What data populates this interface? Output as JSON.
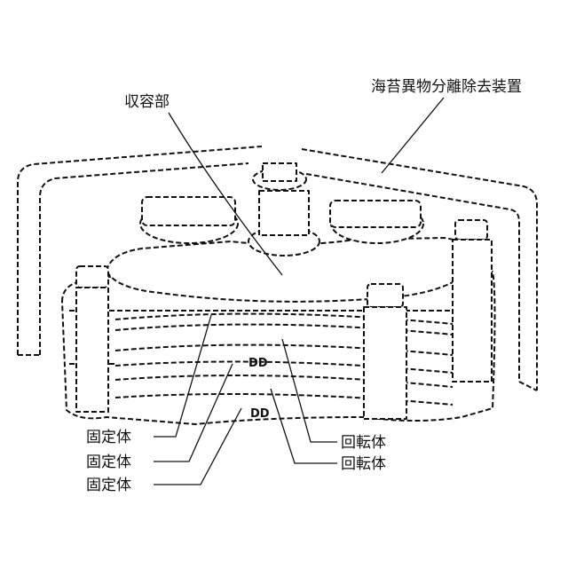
{
  "labels": {
    "device": "海苔異物分離除去装置",
    "housing": "収容部",
    "fixed_1": "固定体",
    "fixed_2": "固定体",
    "fixed_3": "固定体",
    "rotor_1": "回転体",
    "rotor_2": "回転体"
  },
  "marks": {
    "upper": "DD",
    "lower": "DD"
  }
}
